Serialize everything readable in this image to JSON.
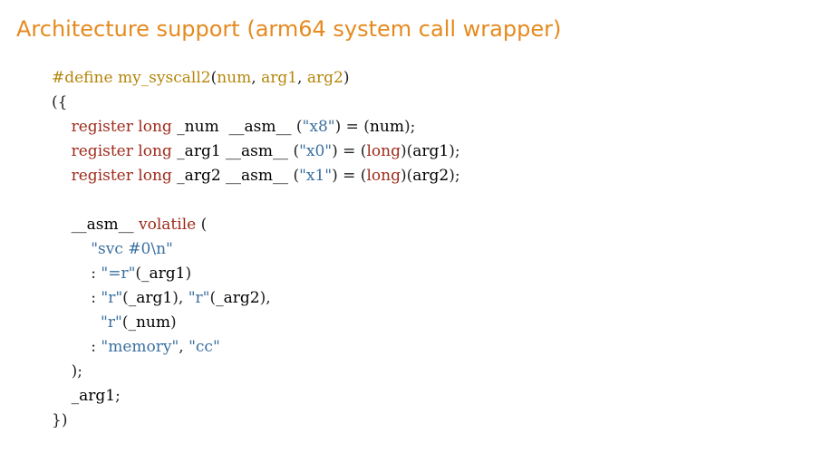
{
  "slide": {
    "title": "Architecture support (arm64 system call wrapper)"
  },
  "colors": {
    "title": "#e58a1f",
    "keyword": "#9e2a1a",
    "macro_name": "#b5860b",
    "string": "#3a6fa0",
    "plain": "#222222",
    "identifier": "#000000"
  },
  "code": {
    "lines": [
      [
        {
          "text": "#define ",
          "kind": "macro_name"
        },
        {
          "text": "my_syscall2",
          "kind": "macro_name"
        },
        {
          "text": "(",
          "kind": "plain"
        },
        {
          "text": "num",
          "kind": "macro_name"
        },
        {
          "text": ", ",
          "kind": "plain"
        },
        {
          "text": "arg1",
          "kind": "macro_name"
        },
        {
          "text": ", ",
          "kind": "plain"
        },
        {
          "text": "arg2",
          "kind": "macro_name"
        },
        {
          "text": ")",
          "kind": "plain"
        }
      ],
      [
        {
          "text": "({",
          "kind": "plain"
        }
      ],
      [
        {
          "text": "    ",
          "kind": "plain"
        },
        {
          "text": "register long",
          "kind": "keyword"
        },
        {
          "text": " _num  __asm__ ",
          "kind": "identifier"
        },
        {
          "text": "(",
          "kind": "plain"
        },
        {
          "text": "\"x8\"",
          "kind": "string"
        },
        {
          "text": ") = (",
          "kind": "plain"
        },
        {
          "text": "num",
          "kind": "identifier"
        },
        {
          "text": ");",
          "kind": "plain"
        }
      ],
      [
        {
          "text": "    ",
          "kind": "plain"
        },
        {
          "text": "register long",
          "kind": "keyword"
        },
        {
          "text": " _arg1 __asm__ ",
          "kind": "identifier"
        },
        {
          "text": "(",
          "kind": "plain"
        },
        {
          "text": "\"x0\"",
          "kind": "string"
        },
        {
          "text": ") = (",
          "kind": "plain"
        },
        {
          "text": "long",
          "kind": "keyword"
        },
        {
          "text": ")(",
          "kind": "plain"
        },
        {
          "text": "arg1",
          "kind": "identifier"
        },
        {
          "text": ");",
          "kind": "plain"
        }
      ],
      [
        {
          "text": "    ",
          "kind": "plain"
        },
        {
          "text": "register long",
          "kind": "keyword"
        },
        {
          "text": " _arg2 __asm__ ",
          "kind": "identifier"
        },
        {
          "text": "(",
          "kind": "plain"
        },
        {
          "text": "\"x1\"",
          "kind": "string"
        },
        {
          "text": ") = (",
          "kind": "plain"
        },
        {
          "text": "long",
          "kind": "keyword"
        },
        {
          "text": ")(",
          "kind": "plain"
        },
        {
          "text": "arg2",
          "kind": "identifier"
        },
        {
          "text": ");",
          "kind": "plain"
        }
      ],
      [],
      [
        {
          "text": "    ",
          "kind": "plain"
        },
        {
          "text": "__asm__",
          "kind": "identifier"
        },
        {
          "text": " volatile",
          "kind": "keyword"
        },
        {
          "text": " (",
          "kind": "plain"
        }
      ],
      [
        {
          "text": "        ",
          "kind": "plain"
        },
        {
          "text": "\"svc #0\\n\"",
          "kind": "string"
        }
      ],
      [
        {
          "text": "        : ",
          "kind": "plain"
        },
        {
          "text": "\"=r\"",
          "kind": "string"
        },
        {
          "text": "(",
          "kind": "plain"
        },
        {
          "text": "_arg1",
          "kind": "identifier"
        },
        {
          "text": ")",
          "kind": "plain"
        }
      ],
      [
        {
          "text": "        : ",
          "kind": "plain"
        },
        {
          "text": "\"r\"",
          "kind": "string"
        },
        {
          "text": "(",
          "kind": "plain"
        },
        {
          "text": "_arg1",
          "kind": "identifier"
        },
        {
          "text": "), ",
          "kind": "plain"
        },
        {
          "text": "\"r\"",
          "kind": "string"
        },
        {
          "text": "(",
          "kind": "plain"
        },
        {
          "text": "_arg2",
          "kind": "identifier"
        },
        {
          "text": "),",
          "kind": "plain"
        }
      ],
      [
        {
          "text": "          ",
          "kind": "plain"
        },
        {
          "text": "\"r\"",
          "kind": "string"
        },
        {
          "text": "(",
          "kind": "plain"
        },
        {
          "text": "_num",
          "kind": "identifier"
        },
        {
          "text": ")",
          "kind": "plain"
        }
      ],
      [
        {
          "text": "        : ",
          "kind": "plain"
        },
        {
          "text": "\"memory\"",
          "kind": "string"
        },
        {
          "text": ", ",
          "kind": "plain"
        },
        {
          "text": "\"cc\"",
          "kind": "string"
        }
      ],
      [
        {
          "text": "    );",
          "kind": "plain"
        }
      ],
      [
        {
          "text": "    ",
          "kind": "plain"
        },
        {
          "text": "_arg1",
          "kind": "identifier"
        },
        {
          "text": ";",
          "kind": "plain"
        }
      ],
      [
        {
          "text": "})",
          "kind": "plain"
        }
      ]
    ]
  }
}
